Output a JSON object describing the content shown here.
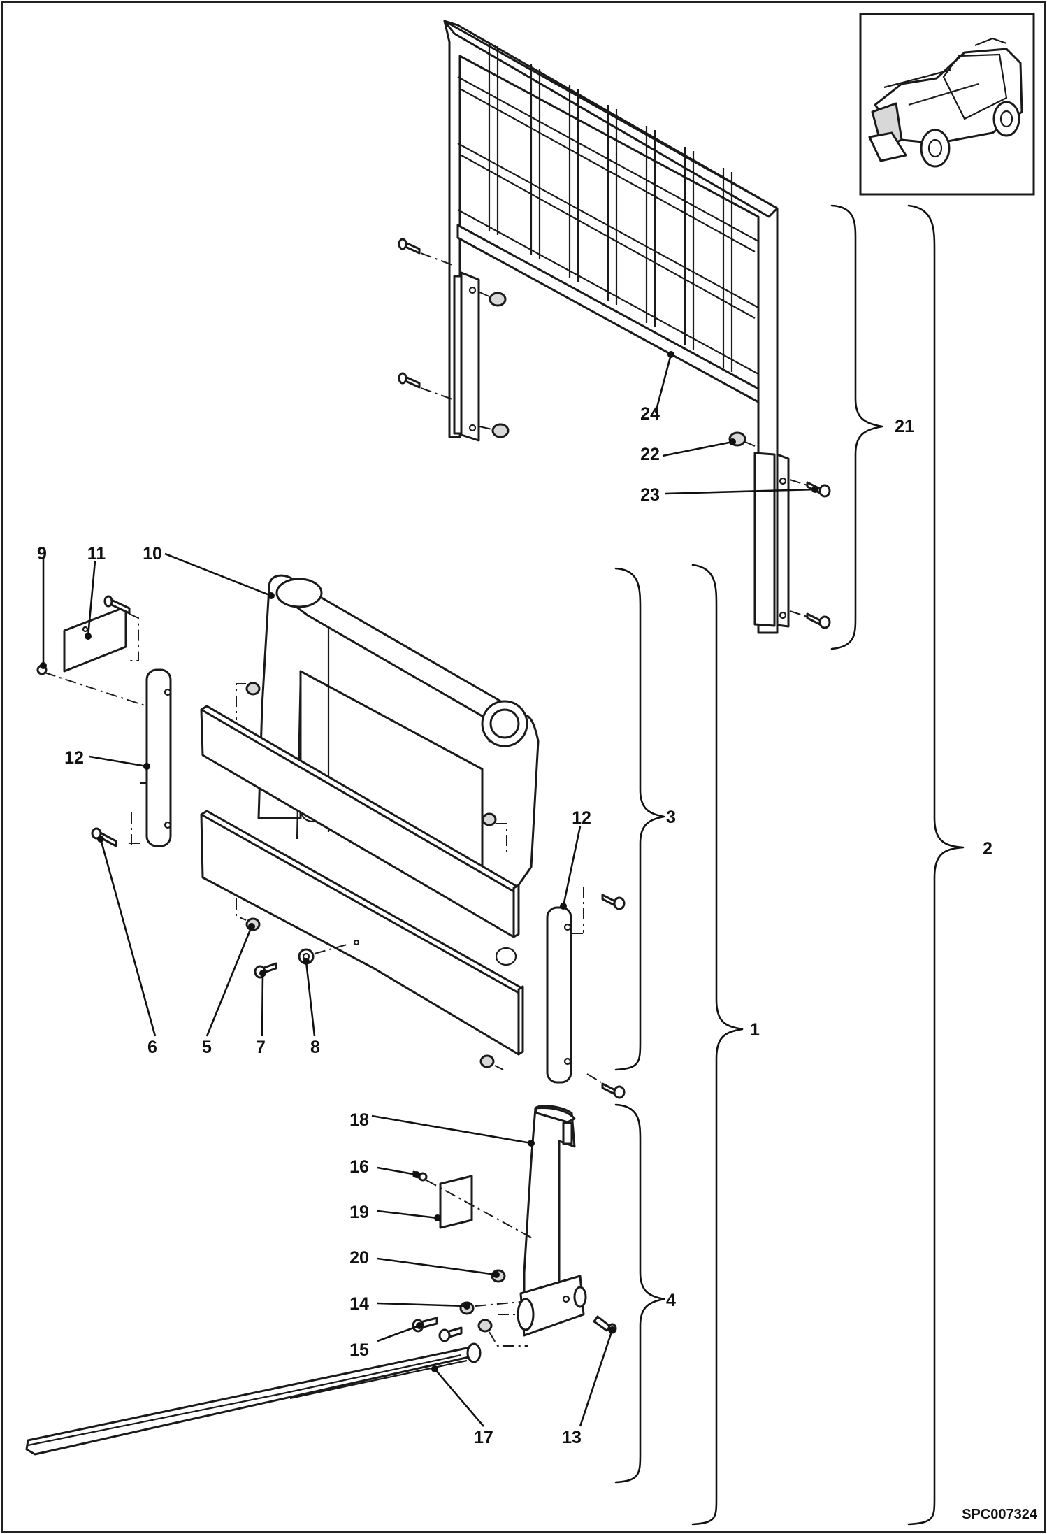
{
  "drawing_code": "SPC007324",
  "callouts": [
    {
      "n": "1"
    },
    {
      "n": "2"
    },
    {
      "n": "3"
    },
    {
      "n": "4"
    },
    {
      "n": "5"
    },
    {
      "n": "6"
    },
    {
      "n": "7"
    },
    {
      "n": "8"
    },
    {
      "n": "9"
    },
    {
      "n": "10"
    },
    {
      "n": "11"
    },
    {
      "n": "12"
    },
    {
      "n": "12"
    },
    {
      "n": "13"
    },
    {
      "n": "14"
    },
    {
      "n": "15"
    },
    {
      "n": "16"
    },
    {
      "n": "17"
    },
    {
      "n": "18"
    },
    {
      "n": "19"
    },
    {
      "n": "20"
    },
    {
      "n": "21"
    },
    {
      "n": "22"
    },
    {
      "n": "23"
    },
    {
      "n": "24"
    }
  ],
  "thumbnail_icon": "telehandler-machine-icon"
}
